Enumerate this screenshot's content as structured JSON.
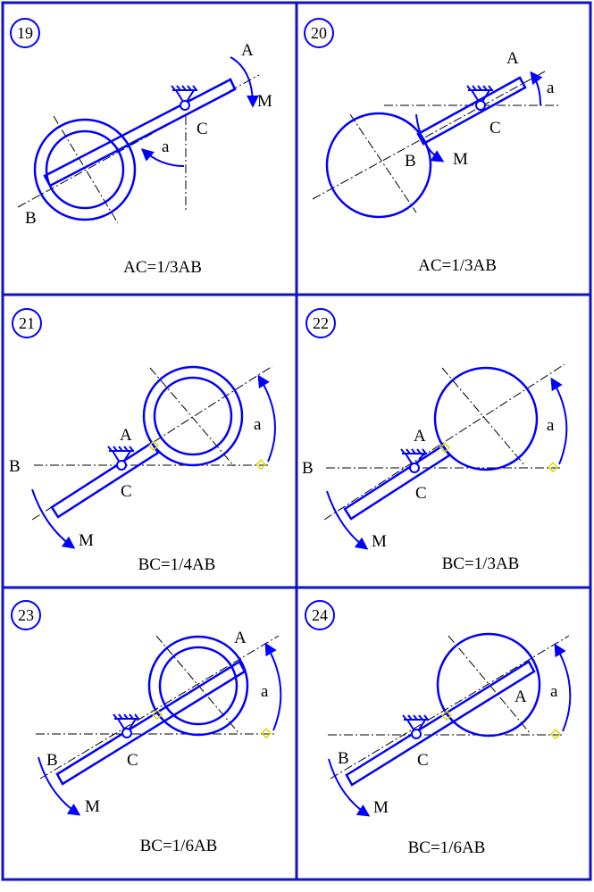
{
  "colors": {
    "frame": "#1111cc",
    "stroke": "#0000ff",
    "axis": "#000000",
    "marker": "#d9d900",
    "text": "#000000"
  },
  "panels": [
    {
      "number": "19",
      "caption": "AC=1/3AB",
      "labels": {
        "A": "A",
        "B": "B",
        "C": "C",
        "M": "M",
        "angle": "a"
      }
    },
    {
      "number": "20",
      "caption": "AC=1/3AB",
      "labels": {
        "A": "A",
        "B": "B",
        "C": "C",
        "M": "M",
        "angle": "a"
      }
    },
    {
      "number": "21",
      "caption": "BC=1/4AB",
      "labels": {
        "A": "A",
        "B": "B",
        "C": "C",
        "M": "M",
        "angle": "a"
      }
    },
    {
      "number": "22",
      "caption": "BC=1/3AB",
      "labels": {
        "A": "A",
        "B": "B",
        "C": "C",
        "M": "M",
        "angle": "a"
      }
    },
    {
      "number": "23",
      "caption": "BC=1/6AB",
      "labels": {
        "A": "A",
        "B": "B",
        "C": "C",
        "M": "M",
        "angle": "a"
      }
    },
    {
      "number": "24",
      "caption": "BC=1/6AB",
      "labels": {
        "A": "A",
        "B": "B",
        "C": "C",
        "M": "M",
        "angle": "a"
      }
    }
  ]
}
